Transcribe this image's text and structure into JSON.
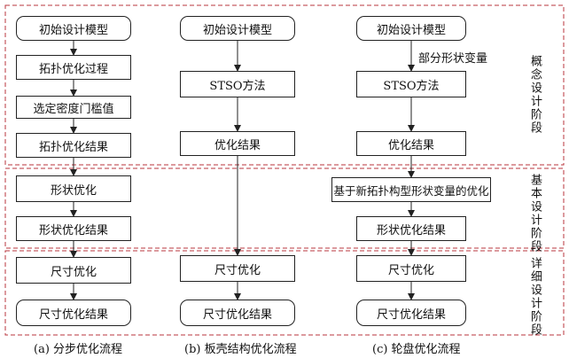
{
  "columns": [
    {
      "caption": "(a) 分步优化流程",
      "boxes": [
        "初始设计模型",
        "拓扑优化过程",
        "选定密度门槛值",
        "拓扑优化结果",
        "形状优化",
        "形状优化结果",
        "尺寸优化",
        "尺寸优化结果"
      ]
    },
    {
      "caption": "(b) 板壳结构优化流程",
      "boxes": [
        "初始设计模型",
        "STSO方法",
        "优化结果",
        "尺寸优化",
        "尺寸优化结果"
      ]
    },
    {
      "caption": "(c) 轮盘优化流程",
      "boxes": [
        "初始设计模型",
        "STSO方法",
        "优化结果",
        "基于新拓扑构型形状变量的优化",
        "形状优化结果",
        "尺寸优化",
        "尺寸优化结果"
      ],
      "arrow_label": "部分形状变量"
    }
  ],
  "stages": [
    "概念设计阶段",
    "基本设计阶段",
    "详细设计阶段"
  ],
  "colors": {
    "stage_border": "#b8343c",
    "line": "#222222"
  }
}
